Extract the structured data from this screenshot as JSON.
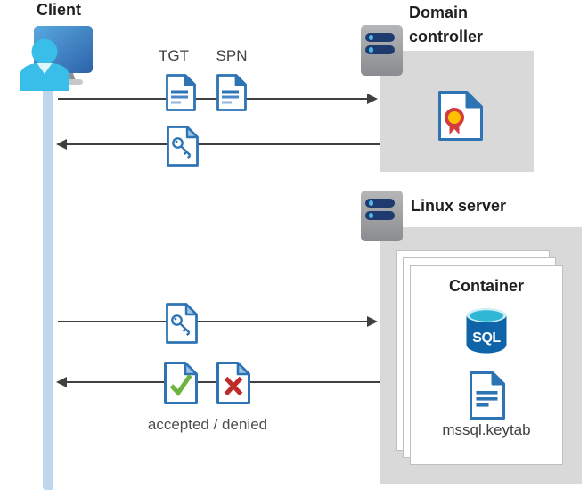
{
  "colors": {
    "accent_blue": "#2E74B5",
    "fold_light_blue": "#9DC3E6",
    "doc_line_mid": "#4A86C8",
    "doc_line_light": "#8FB4E0",
    "timeline_blue": "#BDD7EE",
    "panel_gray": "#D9D9D9",
    "paper_border": "#BFBFBF",
    "arrow_gray": "#404040",
    "label_dark": "#1F1F1F",
    "muted_text": "#4D4D4D",
    "check_green": "#6CB33F",
    "cross_red": "#BE2B2B",
    "cert_red": "#D13C3C",
    "cert_gold": "#FFC000",
    "server_navy": "#1E3A6E",
    "dot_cyan": "#4AB8E8",
    "sql_body": "#0E63A9",
    "sql_top": "#31B7D6",
    "person_cyan": "#38BEE8"
  },
  "client": {
    "label": "Client"
  },
  "domain_controller": {
    "label": "Domain controller"
  },
  "linux_server": {
    "label": "Linux server"
  },
  "container": {
    "label": "Container",
    "sql_label": "SQL",
    "keytab_label": "mssql.keytab"
  },
  "flows": {
    "tgt_label": "TGT",
    "spn_label": "SPN",
    "result_label": "accepted / denied"
  }
}
